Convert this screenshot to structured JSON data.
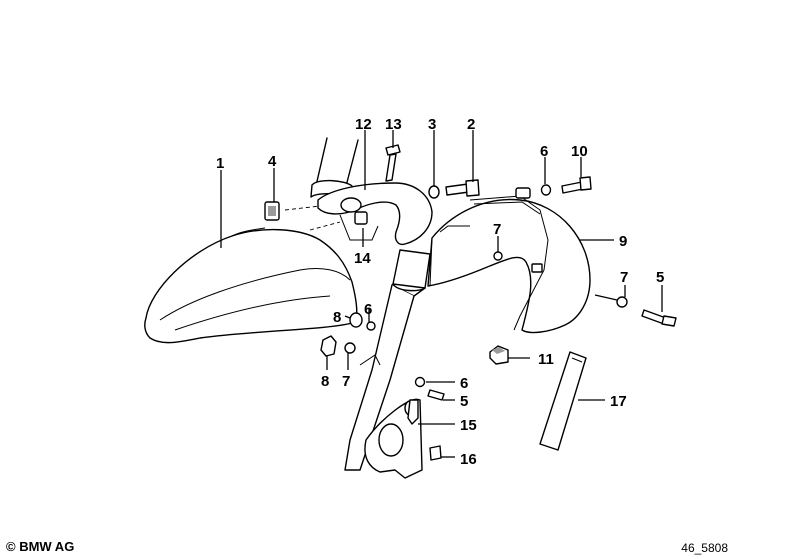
{
  "callouts": {
    "c1": "1",
    "c2": "2",
    "c3": "3",
    "c4": "4",
    "c5a": "5",
    "c5b": "5",
    "c6a": "6",
    "c6b": "6",
    "c6c": "6",
    "c7a": "7",
    "c7b": "7",
    "c7c": "7",
    "c8a": "8",
    "c8b": "8",
    "c9": "9",
    "c10": "10",
    "c11": "11",
    "c12": "12",
    "c13": "13",
    "c14": "14",
    "c15": "15",
    "c16": "16",
    "c17": "17"
  },
  "footer": {
    "copyright": "© BMW AG",
    "figure_id": "46_5808"
  }
}
